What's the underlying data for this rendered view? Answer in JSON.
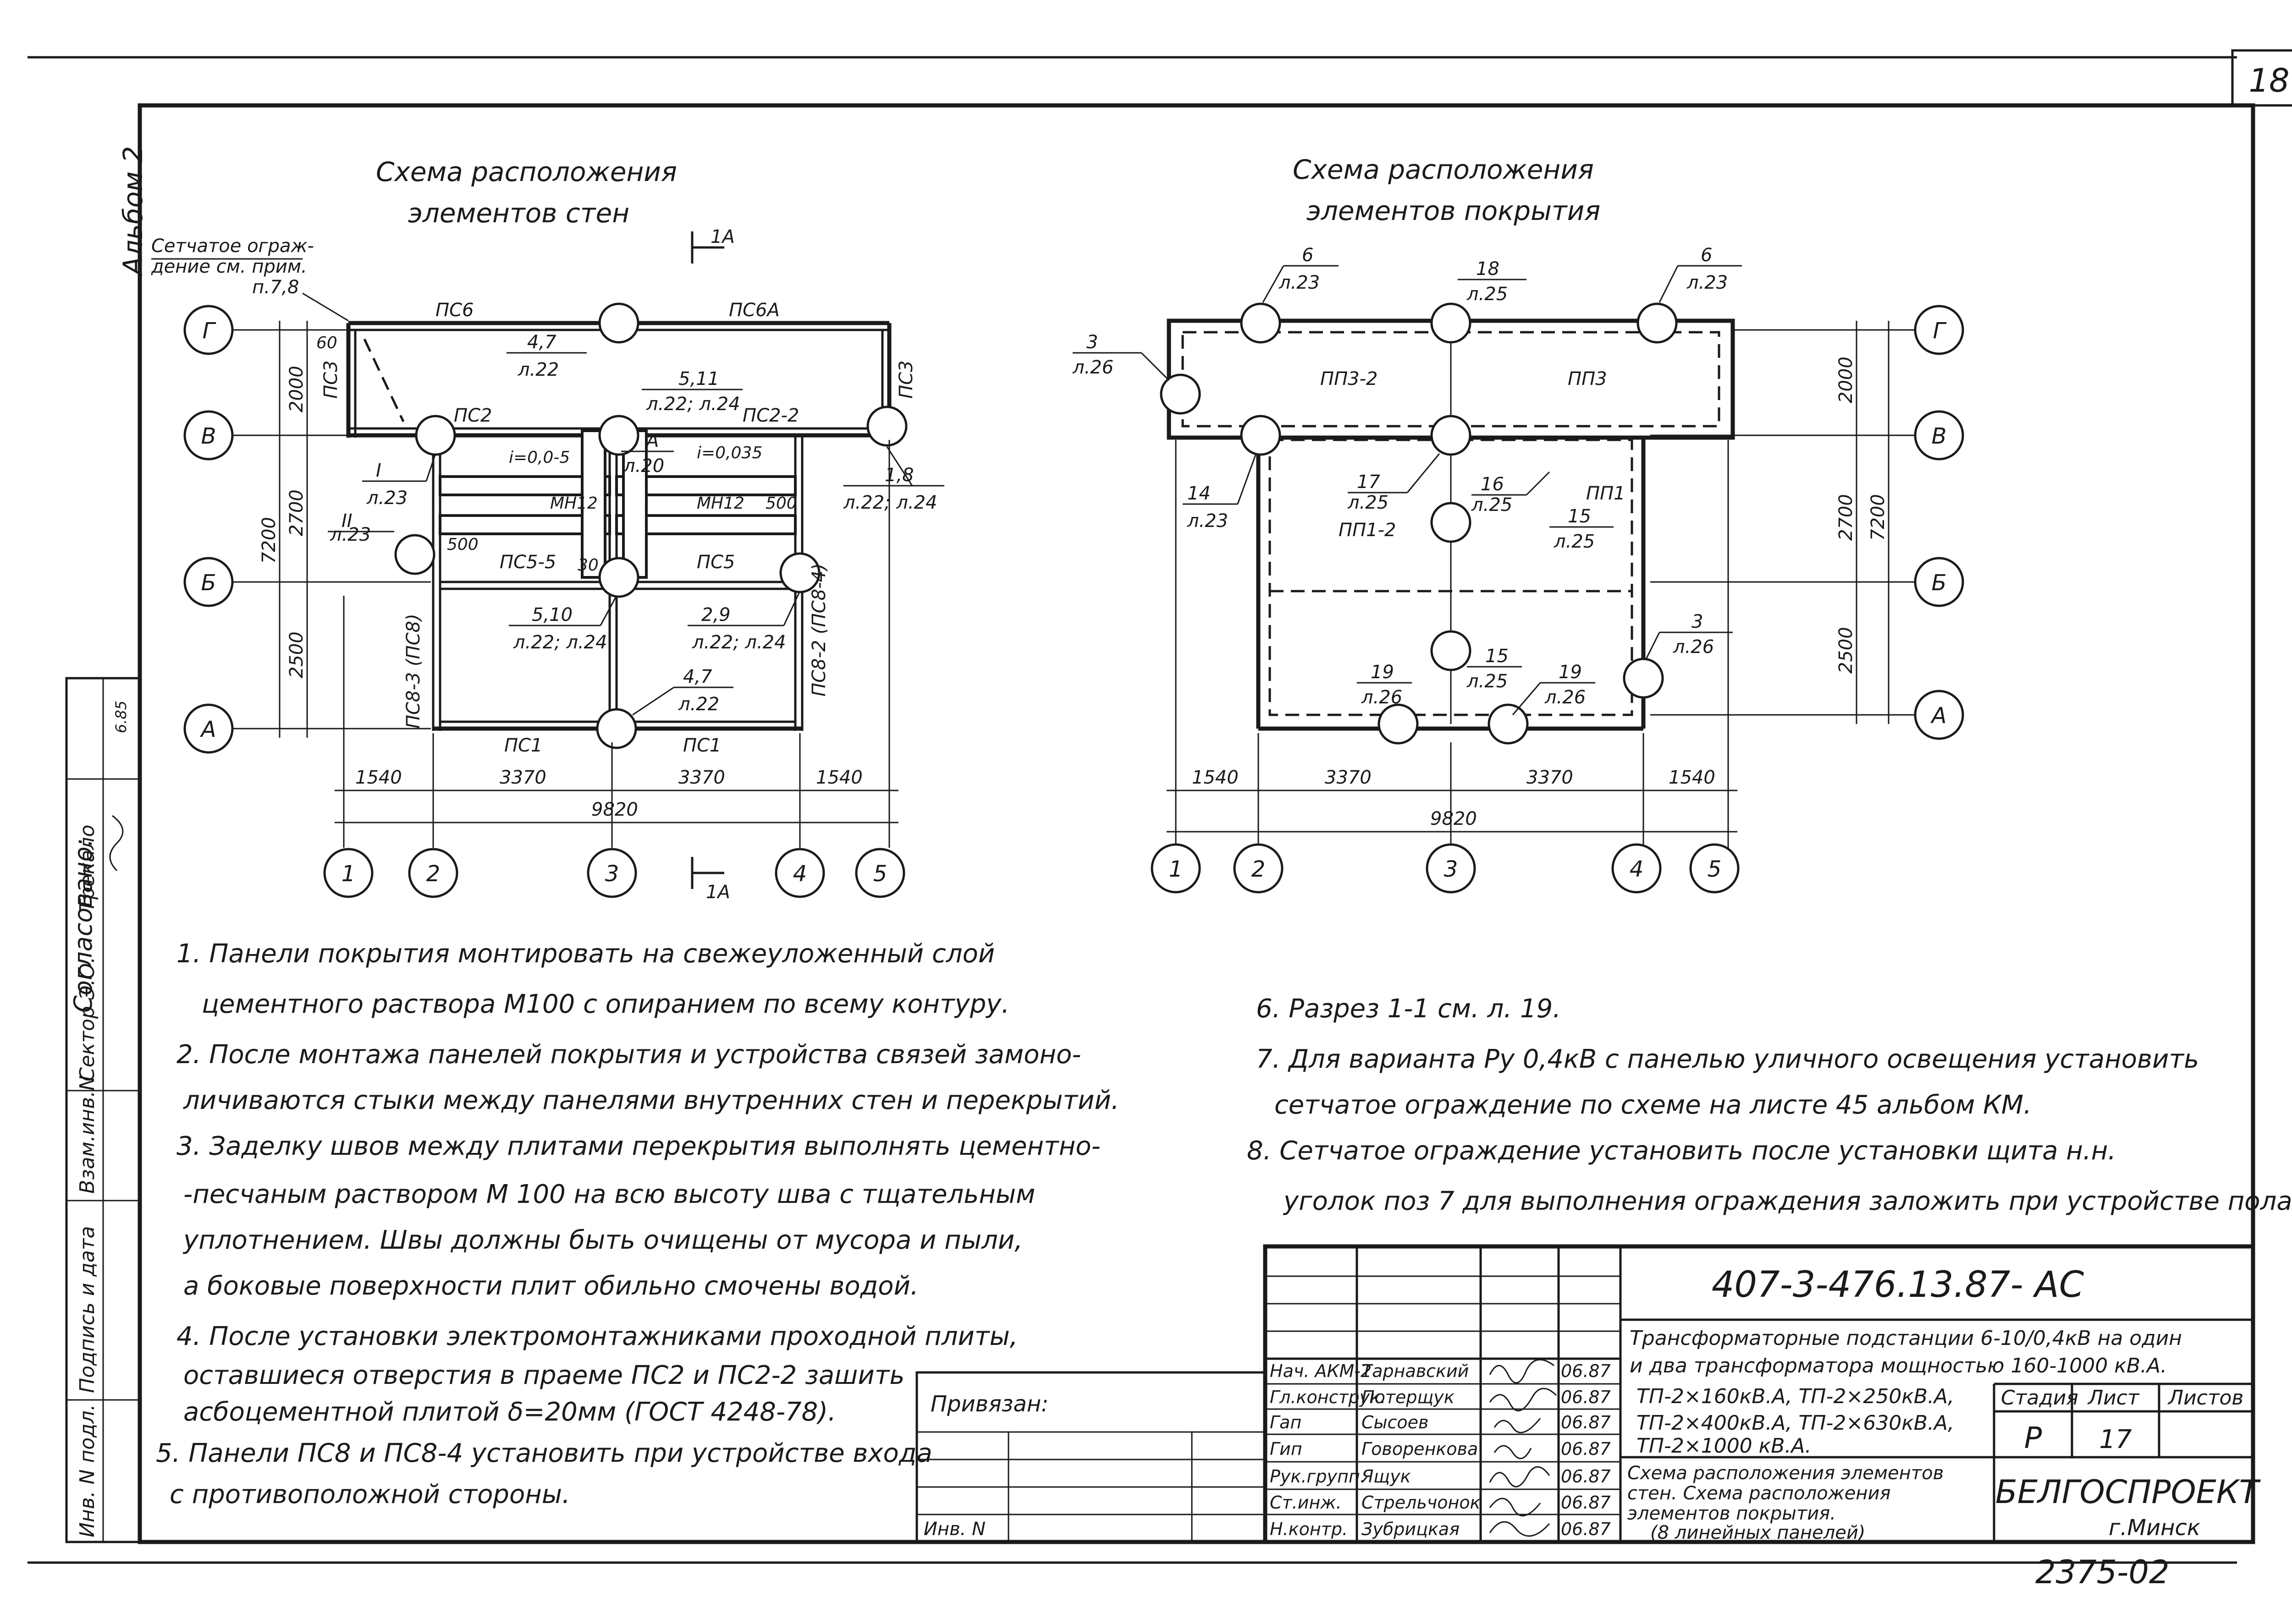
{
  "sheet_number": "18",
  "album_label": "Альбом 2",
  "titles": {
    "walls_line1": "Схема расположения",
    "walls_line2": "элементов стен",
    "roof_line1": "Схема расположения",
    "roof_line2": "элементов покрытия"
  },
  "grid_axes": {
    "rows": [
      "Г",
      "В",
      "Б",
      "А"
    ],
    "cols": [
      "1",
      "2",
      "3",
      "4",
      "5"
    ]
  },
  "dimensions": {
    "bottom_spans": [
      "1540",
      "3370",
      "3370",
      "1540"
    ],
    "bottom_total": "9820",
    "vertical_spans": [
      "2000",
      "2700",
      "2500"
    ],
    "vertical_total": "7200"
  },
  "section_mark": "1А",
  "walls_plan": {
    "fence_note_line1": "Сетчатое ограж-",
    "fence_note_line2": "дение см. прим.",
    "fence_note_line3": "п.7,8",
    "panels": {
      "ps6": "ПС6",
      "ps6a": "ПС6А",
      "ps3_left": "ПС3",
      "ps3_right": "ПС3",
      "ps2": "ПС2",
      "ps2_2": "ПС2-2",
      "ps5_5": "ПС5-5",
      "ps5": "ПС5",
      "ps1_left": "ПС1",
      "ps1_right": "ПС1",
      "ps8_3": "ПС8-3 (ПС8)",
      "ps8_2": "ПС8-2 (ПС8-4)",
      "mn12_left": "МН12",
      "mn12_right": "МН12"
    },
    "slopes": [
      "i=0,0-5",
      "i=0,035"
    ],
    "dims_small": [
      "60",
      "500",
      "500",
      "30"
    ],
    "callouts": [
      {
        "top": "4,7",
        "bottom": "л.22"
      },
      {
        "top": "5,11",
        "bottom": "л.22; л.24"
      },
      {
        "top": "1,8",
        "bottom": "л.22; л.24"
      },
      {
        "top": "I",
        "bottom": "л.23"
      },
      {
        "top": "II",
        "bottom": "л.23"
      },
      {
        "top": "А",
        "bottom": "л.20"
      },
      {
        "top": "5,10",
        "bottom": "л.22; л.24"
      },
      {
        "top": "2,9",
        "bottom": "л.22; л.24"
      },
      {
        "top": "4,7",
        "bottom": "л.22"
      }
    ]
  },
  "roof_plan": {
    "labels": {
      "pp3_2": "ПП3-2",
      "pp3": "ПП3",
      "pp1": "ПП1",
      "pp1_2": "ПП1-2"
    },
    "callouts": [
      {
        "top": "6",
        "bottom": "л.23"
      },
      {
        "top": "18",
        "bottom": "л.25"
      },
      {
        "top": "6",
        "bottom": "л.23"
      },
      {
        "top": "3",
        "bottom": "л.26"
      },
      {
        "top": "14",
        "bottom": "л.23"
      },
      {
        "top": "17",
        "bottom": "л.25"
      },
      {
        "top": "16",
        "bottom": "л.25"
      },
      {
        "top": "15",
        "bottom": "л.25"
      },
      {
        "top": "3",
        "bottom": "л.26"
      },
      {
        "top": "19",
        "bottom": "л.26"
      },
      {
        "top": "15",
        "bottom": "л.25"
      },
      {
        "top": "19",
        "bottom": "л.26"
      }
    ]
  },
  "notes_left": [
    "1. Панели покрытия монтировать на свежеуложенный слой",
    "цементного раствора М100 с опиранием по всему контуру.",
    "2. После монтажа панелей покрытия и устройства связей замоно-",
    "личиваются стыки между панелями внутренних стен и перекрытий.",
    "3. Заделку швов между плитами перекрытия выполнять цементно-",
    "-песчаным раствором М 100 на всю высоту шва с тщательным",
    "уплотнением. Швы должны быть очищены от мусора и пыли,",
    "а боковые поверхности плит обильно смочены водой.",
    "4. После установки электромонтажниками проходной плиты,",
    "оставшиеся отверстия в праеме ПС2 и ПС2-2 зашить",
    "асбоцементной плитой δ=20мм (ГОСТ 4248-78).",
    "5. Панели ПС8 и ПС8-4 установить при устройстве входа",
    "с противоположной стороны."
  ],
  "notes_right": [
    "6. Разрез 1-1 см. л. 19.",
    "7. Для варианта Ру 0,4кВ с панелью уличного освещения установить",
    "сетчатое ограждение по схеме на листе 45 альбом КМ.",
    "8. Сетчатое ограждение установить после установки щита н.н.",
    "уголок поз 7 для выполнения ограждения заложить при устройстве пола."
  ],
  "left_stamp": {
    "agreed": "Согласовано:",
    "sector_ed": "Сектор Э.О.",
    "name": "Трекало",
    "date_code": "6.85",
    "inv_replace": "Взам.инв.N",
    "sign_date": "Подпись и дата",
    "inv_orig": "Инв. N подл."
  },
  "privyazan": {
    "label": "Привязан:",
    "inv_label": "Инв. N"
  },
  "title_block": {
    "code": "407-3-476.13.87- АС",
    "project_line1": "Трансформаторные подстанции 6-10/0,4кВ на один",
    "project_line2": "и два трансформатора мощностью 160-1000 кВ.А.",
    "variants_line1": "ТП-2×160кВ.А, ТП-2×250кВ.А,",
    "variants_line2": "ТП-2×400кВ.А, ТП-2×630кВ.А,",
    "variants_line3": "ТП-2×1000 кВ.А.",
    "stage_header": "Стадия",
    "sheet_header": "Лист",
    "sheets_header": "Листов",
    "stage": "Р",
    "sheet": "17",
    "sheets": "",
    "drawing_line1": "Схема расположения элементов",
    "drawing_line2": "стен. Схема расположения",
    "drawing_line3": "элементов покрытия.",
    "drawing_line4": "(8 линейных панелей)",
    "org": "БЕЛГОСПРОЕКТ",
    "city": "г.Минск",
    "bottom_code": "2375-02",
    "staff": [
      {
        "role": "Нач. АКМ-2",
        "name": "Тарнавский",
        "date": "06.87"
      },
      {
        "role": "Гл.конструк.",
        "name": "Потерщук",
        "date": "06.87"
      },
      {
        "role": "Гап",
        "name": "Сысоев",
        "date": "06.87"
      },
      {
        "role": "Гип",
        "name": "Говоренкова",
        "date": "06.87"
      },
      {
        "role": "Рук.групп.",
        "name": "Ящук",
        "date": "06.87"
      },
      {
        "role": "Ст.инж.",
        "name": "Стрельчонок",
        "date": "06.87"
      },
      {
        "role": "Н.контр.",
        "name": "Зубрицкая",
        "date": "06.87"
      }
    ]
  }
}
